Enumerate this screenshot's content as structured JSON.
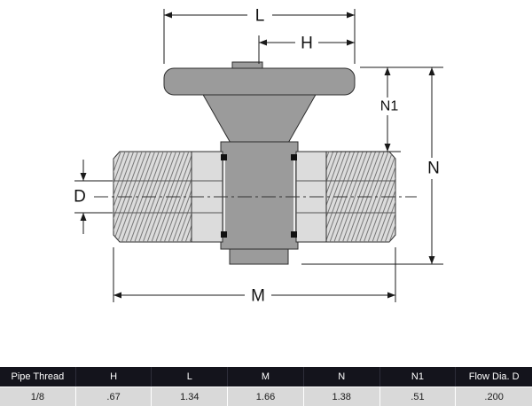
{
  "diagram": {
    "labels": {
      "l": "L",
      "h": "H",
      "n1": "N1",
      "n": "N",
      "d": "D",
      "m": "M"
    }
  },
  "table": {
    "headers": [
      "Pipe Thread",
      "H",
      "L",
      "M",
      "N",
      "N1",
      "Flow Dia. D"
    ],
    "rows": [
      [
        "1/8",
        ".67",
        "1.34",
        "1.66",
        "1.38",
        ".51",
        ".200"
      ]
    ]
  },
  "colors": {
    "table_header_bg": "#14141c",
    "table_header_text": "#ffffff",
    "table_row_bg": "#d9d9d9",
    "valve_body_gray": "#9b9b9b",
    "thread_gray": "#dcdcdc",
    "line_color": "#1a1a1a"
  }
}
